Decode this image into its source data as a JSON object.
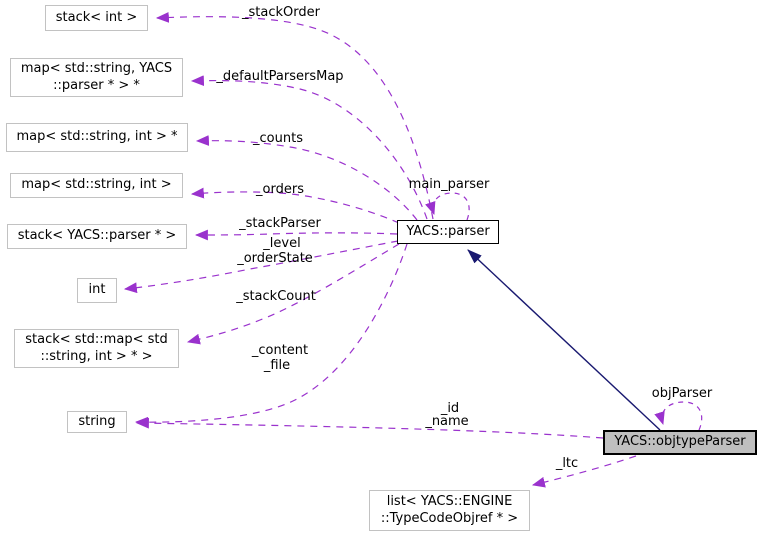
{
  "diagram_type": "collaboration-graph",
  "colors": {
    "usage_edge": "#9a32cd",
    "inheritance_edge": "#191970",
    "node_border": "#c2c2c2",
    "class_node_border": "#000000",
    "current_node_fill": "#bfbfbf",
    "background": "#ffffff",
    "text": "#000000"
  },
  "nodes": [
    {
      "id": "stack-int",
      "lines": [
        "stack< int >",
        ""
      ]
    },
    {
      "id": "map-string-parser",
      "lines": [
        "map< std::string, YACS",
        "::parser * > *"
      ]
    },
    {
      "id": "map-string-int-ptr",
      "lines": [
        "map< std::string, int > *",
        ""
      ]
    },
    {
      "id": "map-string-int",
      "lines": [
        "map< std::string, int >",
        ""
      ]
    },
    {
      "id": "stack-yacs-parser",
      "lines": [
        "stack< YACS::parser * >",
        ""
      ]
    },
    {
      "id": "int",
      "lines": [
        "int",
        ""
      ]
    },
    {
      "id": "stack-map-string-int",
      "lines": [
        "stack< std::map< std",
        "::string, int > * >"
      ]
    },
    {
      "id": "string",
      "lines": [
        "string",
        ""
      ]
    },
    {
      "id": "yacs-parser",
      "lines": [
        "YACS::parser",
        ""
      ]
    },
    {
      "id": "yacs-objtypeparser",
      "lines": [
        "YACS::objtypeParser",
        ""
      ]
    },
    {
      "id": "list-typecodeobjref",
      "lines": [
        "list< YACS::ENGINE",
        "::TypeCodeObjref * >"
      ]
    }
  ],
  "edges": {
    "stack_order": {
      "label": "_stackOrder",
      "from": "yacs-parser",
      "to": "stack-int"
    },
    "default_parsers_map": {
      "label": "_defaultParsersMap",
      "from": "yacs-parser",
      "to": "map-string-parser"
    },
    "counts": {
      "label": "_counts",
      "from": "yacs-parser",
      "to": "map-string-int-ptr"
    },
    "orders": {
      "label": "_orders",
      "from": "yacs-parser",
      "to": "map-string-int"
    },
    "stack_parser": {
      "label": "_stackParser",
      "from": "yacs-parser",
      "to": "stack-yacs-parser"
    },
    "level": {
      "label": "_level",
      "from": "yacs-parser",
      "to": "int"
    },
    "order_state": {
      "label": "_orderState",
      "from": "yacs-parser",
      "to": "int"
    },
    "stack_count": {
      "label": "_stackCount",
      "from": "yacs-parser",
      "to": "stack-map-string-int"
    },
    "content": {
      "label": "_content",
      "from": "yacs-parser",
      "to": "string"
    },
    "file": {
      "label": "_file",
      "from": "yacs-parser",
      "to": "string"
    },
    "main_parser": {
      "label": "main_parser",
      "from": "yacs-parser",
      "to": "yacs-parser"
    },
    "obj_parser": {
      "label": "objParser",
      "from": "yacs-objtypeparser",
      "to": "yacs-objtypeparser"
    },
    "id": {
      "label": "_id",
      "from": "yacs-objtypeparser",
      "to": "string"
    },
    "name": {
      "label": "_name",
      "from": "yacs-objtypeparser",
      "to": "string"
    },
    "ltc": {
      "label": "_ltc",
      "from": "yacs-objtypeparser",
      "to": "list-typecodeobjref"
    },
    "inheritance": {
      "label": "",
      "from": "yacs-objtypeparser",
      "to": "yacs-parser"
    }
  }
}
